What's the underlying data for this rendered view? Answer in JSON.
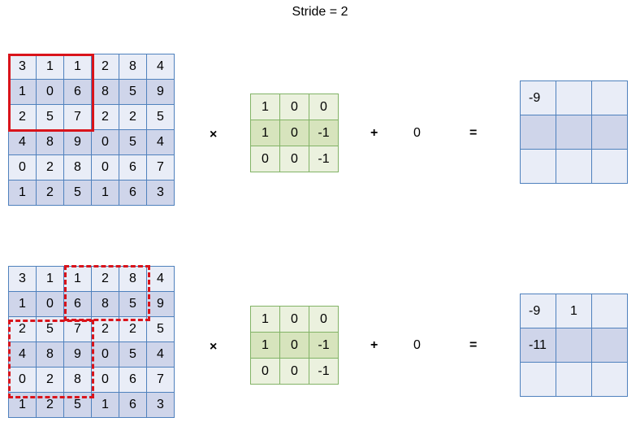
{
  "title": "Stride = 2",
  "input_matrix": [
    [
      "3",
      "1",
      "1",
      "2",
      "8",
      "4"
    ],
    [
      "1",
      "0",
      "6",
      "8",
      "5",
      "9"
    ],
    [
      "2",
      "5",
      "7",
      "2",
      "2",
      "5"
    ],
    [
      "4",
      "8",
      "9",
      "0",
      "5",
      "4"
    ],
    [
      "0",
      "2",
      "8",
      "0",
      "6",
      "7"
    ],
    [
      "1",
      "2",
      "5",
      "1",
      "6",
      "3"
    ]
  ],
  "kernel": [
    [
      "1",
      "0",
      "0"
    ],
    [
      "1",
      "0",
      "-1"
    ],
    [
      "0",
      "0",
      "-1"
    ]
  ],
  "bias": "0",
  "symbols": {
    "multiply": "×",
    "plus": "+",
    "equals": "="
  },
  "output_step1": [
    [
      "-9",
      "",
      ""
    ],
    [
      "",
      "",
      ""
    ],
    [
      "",
      "",
      ""
    ]
  ],
  "output_step2": [
    [
      "-9",
      "1",
      ""
    ],
    [
      "-11",
      "",
      ""
    ],
    [
      "",
      "",
      ""
    ]
  ],
  "window_color": "#d9141b"
}
